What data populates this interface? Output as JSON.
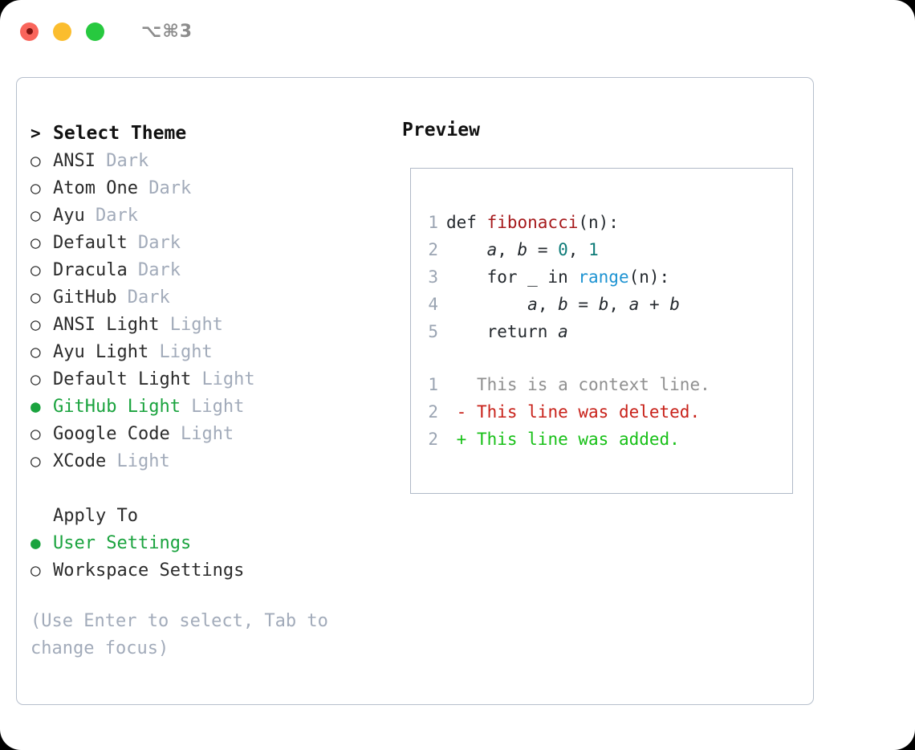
{
  "titlebar": {
    "shortcut": "⌥⌘3",
    "buttons": {
      "close": "close",
      "minimize": "minimize",
      "maximize": "maximize"
    }
  },
  "theme_picker": {
    "header_marker": ">",
    "header": "Select Theme",
    "unselected_marker": "○",
    "selected_marker": "●",
    "items": [
      {
        "name": "ANSI",
        "tag": "Dark",
        "selected": false
      },
      {
        "name": "Atom One",
        "tag": "Dark",
        "selected": false
      },
      {
        "name": "Ayu",
        "tag": "Dark",
        "selected": false
      },
      {
        "name": "Default",
        "tag": "Dark",
        "selected": false
      },
      {
        "name": "Dracula",
        "tag": "Dark",
        "selected": false
      },
      {
        "name": "GitHub",
        "tag": "Dark",
        "selected": false
      },
      {
        "name": "ANSI Light",
        "tag": "Light",
        "selected": false
      },
      {
        "name": "Ayu Light",
        "tag": "Light",
        "selected": false
      },
      {
        "name": "Default Light",
        "tag": "Light",
        "selected": false
      },
      {
        "name": "GitHub Light",
        "tag": "Light",
        "selected": true
      },
      {
        "name": "Google Code",
        "tag": "Light",
        "selected": false
      },
      {
        "name": "XCode",
        "tag": "Light",
        "selected": false
      }
    ]
  },
  "apply_to": {
    "title": "Apply To",
    "options": [
      {
        "label": "User Settings",
        "selected": true
      },
      {
        "label": "Workspace Settings",
        "selected": false
      }
    ]
  },
  "hint": "(Use Enter to select, Tab to change focus)",
  "preview": {
    "title": "Preview",
    "code_lines": [
      {
        "n": "1",
        "tokens": [
          {
            "t": "def ",
            "c": "def"
          },
          {
            "t": "fibonacci",
            "c": "fn"
          },
          {
            "t": "(n):",
            "c": "plain"
          }
        ]
      },
      {
        "n": "2",
        "tokens": [
          {
            "t": "    ",
            "c": "plain"
          },
          {
            "t": "a",
            "c": "var"
          },
          {
            "t": ", ",
            "c": "plain"
          },
          {
            "t": "b",
            "c": "var"
          },
          {
            "t": " = ",
            "c": "plain"
          },
          {
            "t": "0",
            "c": "num"
          },
          {
            "t": ", ",
            "c": "plain"
          },
          {
            "t": "1",
            "c": "num"
          }
        ]
      },
      {
        "n": "3",
        "tokens": [
          {
            "t": "    for _ in ",
            "c": "plain"
          },
          {
            "t": "range",
            "c": "builtin"
          },
          {
            "t": "(n):",
            "c": "plain"
          }
        ]
      },
      {
        "n": "4",
        "tokens": [
          {
            "t": "        ",
            "c": "plain"
          },
          {
            "t": "a",
            "c": "var"
          },
          {
            "t": ", ",
            "c": "plain"
          },
          {
            "t": "b",
            "c": "var"
          },
          {
            "t": " = ",
            "c": "plain"
          },
          {
            "t": "b",
            "c": "var"
          },
          {
            "t": ", ",
            "c": "plain"
          },
          {
            "t": "a",
            "c": "var"
          },
          {
            "t": " + ",
            "c": "plain"
          },
          {
            "t": "b",
            "c": "var"
          }
        ]
      },
      {
        "n": "5",
        "tokens": [
          {
            "t": "    return ",
            "c": "plain"
          },
          {
            "t": "a",
            "c": "var"
          }
        ]
      }
    ],
    "diff_lines": [
      {
        "n": "1",
        "sign": " ",
        "text": " This is a context line.",
        "kind": "context"
      },
      {
        "n": "2",
        "sign": "-",
        "text": " This line was deleted.",
        "kind": "del"
      },
      {
        "n": "2",
        "sign": "+",
        "text": " This line was added.",
        "kind": "add"
      }
    ]
  },
  "colors": {
    "accent_green": "#1aa33e",
    "diff_add": "#17c017",
    "diff_del": "#c8221a",
    "muted": "#a2abba",
    "border": "#b6bfcc",
    "keyword_fn": "#a6191b",
    "number": "#0d7b78",
    "builtin": "#1d93d2"
  }
}
